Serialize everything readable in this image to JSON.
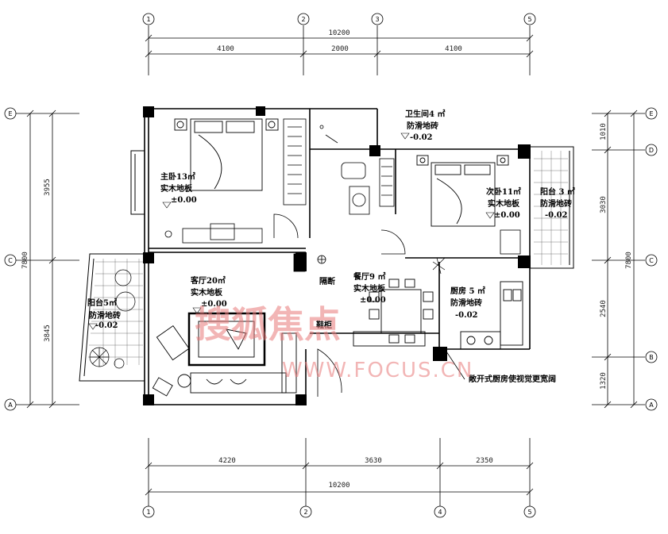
{
  "dimensions": {
    "top_total": "10200",
    "top_segments": [
      "4100",
      "2000",
      "4100"
    ],
    "bottom_segments": [
      "4220",
      "3630",
      "2350"
    ],
    "bottom_total": "10200",
    "left_total": "7800",
    "left_segments": [
      "3955",
      "3845"
    ],
    "right_total": "7800",
    "right_segments": [
      "1010",
      "3030",
      "2540",
      "1320"
    ]
  },
  "axes": {
    "top": [
      "1",
      "2",
      "3",
      "5"
    ],
    "bottom": [
      "1",
      "2",
      "4",
      "5"
    ],
    "left": [
      "E",
      "C",
      "A"
    ],
    "right": [
      "E",
      "D",
      "C",
      "B",
      "A"
    ]
  },
  "rooms": {
    "master_bedroom": [
      "主卧13㎡",
      "实木地板",
      "±0.00"
    ],
    "bathroom": [
      "卫生间4 ㎡",
      "防滑地砖",
      "-0.02"
    ],
    "second_bedroom": [
      "次卧11㎡",
      "实木地板",
      "±0.00"
    ],
    "balcony_right": [
      "阳台 3 ㎡",
      "防滑地砖",
      "-0.02"
    ],
    "balcony_left": [
      "阳台5㎡",
      "防滑地砖",
      "-0.02"
    ],
    "living_room": [
      "客厅20㎡",
      "实木地板",
      "±0.00"
    ],
    "dining_room": [
      "餐厅9 ㎡",
      "实木地板",
      "±0.00"
    ],
    "kitchen": [
      "厨房 5 ㎡",
      "防滑地砖",
      "-0.02"
    ]
  },
  "annotations": {
    "partition": "隔断",
    "shoe_cabinet": "鞋柜",
    "open_kitchen_note": "敞开式厨房使视觉更宽阔"
  },
  "watermark": {
    "cn": "搜狐焦点",
    "url": "WWW.FOCUS.CN"
  },
  "colors": {
    "line": "#000000",
    "watermark": "#e87a7a"
  }
}
